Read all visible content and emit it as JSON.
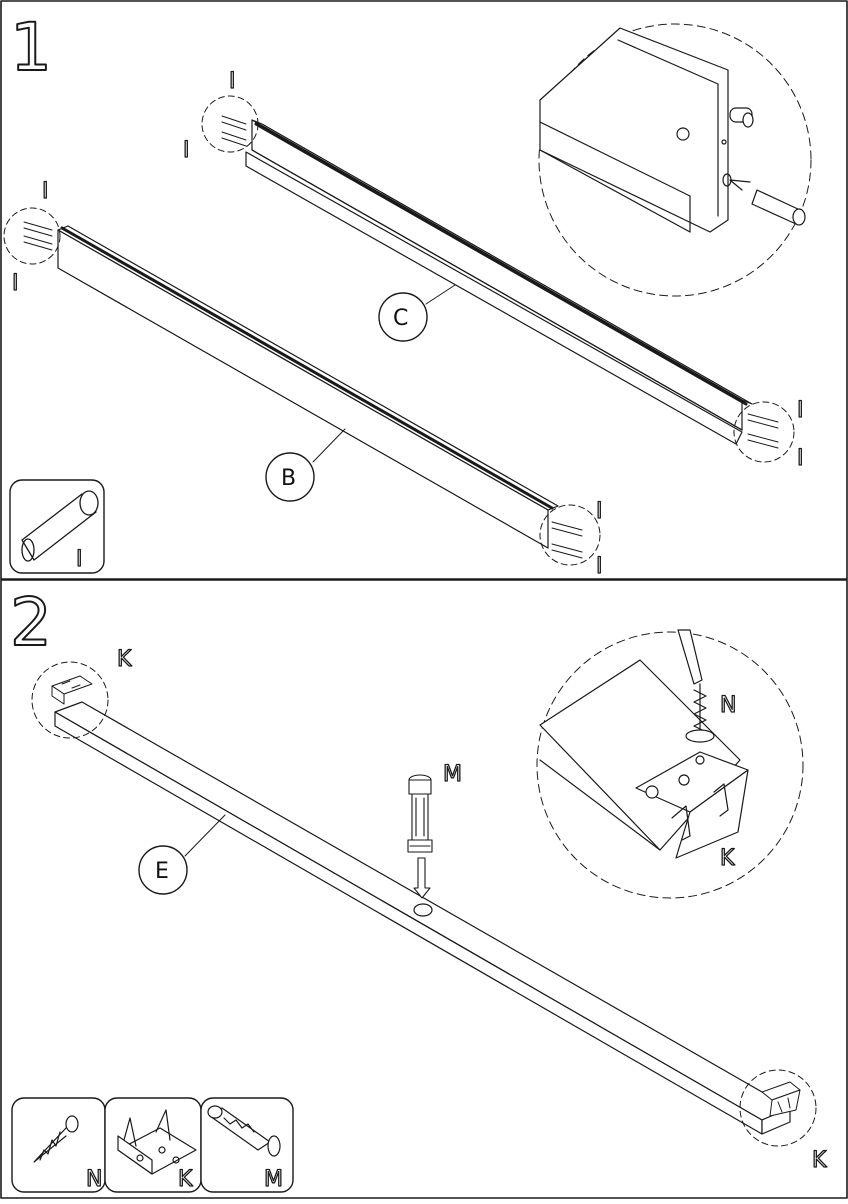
{
  "steps": [
    {
      "number": "1",
      "part_labels": {
        "rail_upper": "C",
        "rail_lower": "B"
      },
      "dowel_label": "I",
      "legend": [
        {
          "icon": "dowel-icon",
          "label": "I"
        }
      ]
    },
    {
      "number": "2",
      "part_labels": {
        "rail": "E"
      },
      "bracket_label": "K",
      "leg_label": "M",
      "screw_label": "N",
      "legend": [
        {
          "icon": "screw-icon",
          "label": "N"
        },
        {
          "icon": "bracket-icon",
          "label": "K"
        },
        {
          "icon": "leg-icon",
          "label": "M"
        }
      ]
    }
  ],
  "colors": {
    "line": "#1a1a1a",
    "background": "#ffffff"
  }
}
